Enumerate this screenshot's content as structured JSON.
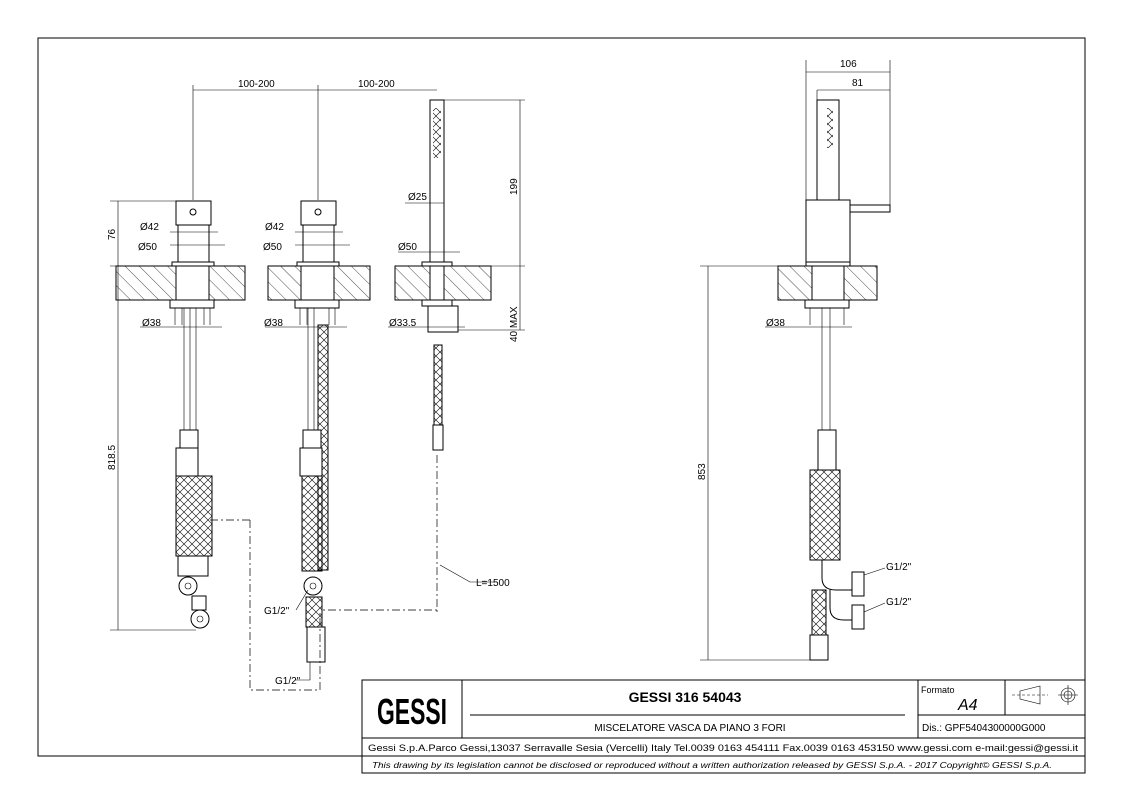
{
  "drawing": {
    "dims": {
      "spacing_1": "100-200",
      "spacing_2": "100-200",
      "height_76": "76",
      "height_818": "818.5",
      "height_199": "199",
      "max_40": "40 MAX",
      "height_853": "853",
      "width_106": "106",
      "width_81": "81",
      "hose_length": "L=1500"
    },
    "diameters": {
      "u1_d42": "Ø42",
      "u1_d50": "Ø50",
      "u1_d38": "Ø38",
      "u2_d42": "Ø42",
      "u2_d50": "Ø50",
      "u2_d38": "Ø38",
      "hs_d25": "Ø25",
      "hs_d50": "Ø50",
      "hs_d335": "Ø33.5",
      "side_d38": "Ø38"
    },
    "threads": {
      "g1": "G1/2\"",
      "g2": "G1/2\"",
      "g3": "G1/2\"",
      "g4": "G1/2\""
    }
  },
  "title_block": {
    "logo": "GESSI",
    "title": "GESSI 316 54043",
    "subtitle": "MISCELATORE VASCA DA PIANO 3 FORI",
    "format_label": "Formato",
    "format_value": "A4",
    "drawing_number": "Dis.: GPF5404300000G000",
    "address": "Gessi S.p.A.Parco Gessi,13037 Serravalle Sesia (Vercelli) Italy Tel.0039 0163 454111 Fax.0039 0163 453150 www.gessi.com e-mail:gessi@gessi.it",
    "disclaimer": "This drawing by its legislation cannot be disclosed or reproduced without a written authorization released by GESSI S.p.A. - 2017 Copyright© GESSI S.p.A."
  }
}
